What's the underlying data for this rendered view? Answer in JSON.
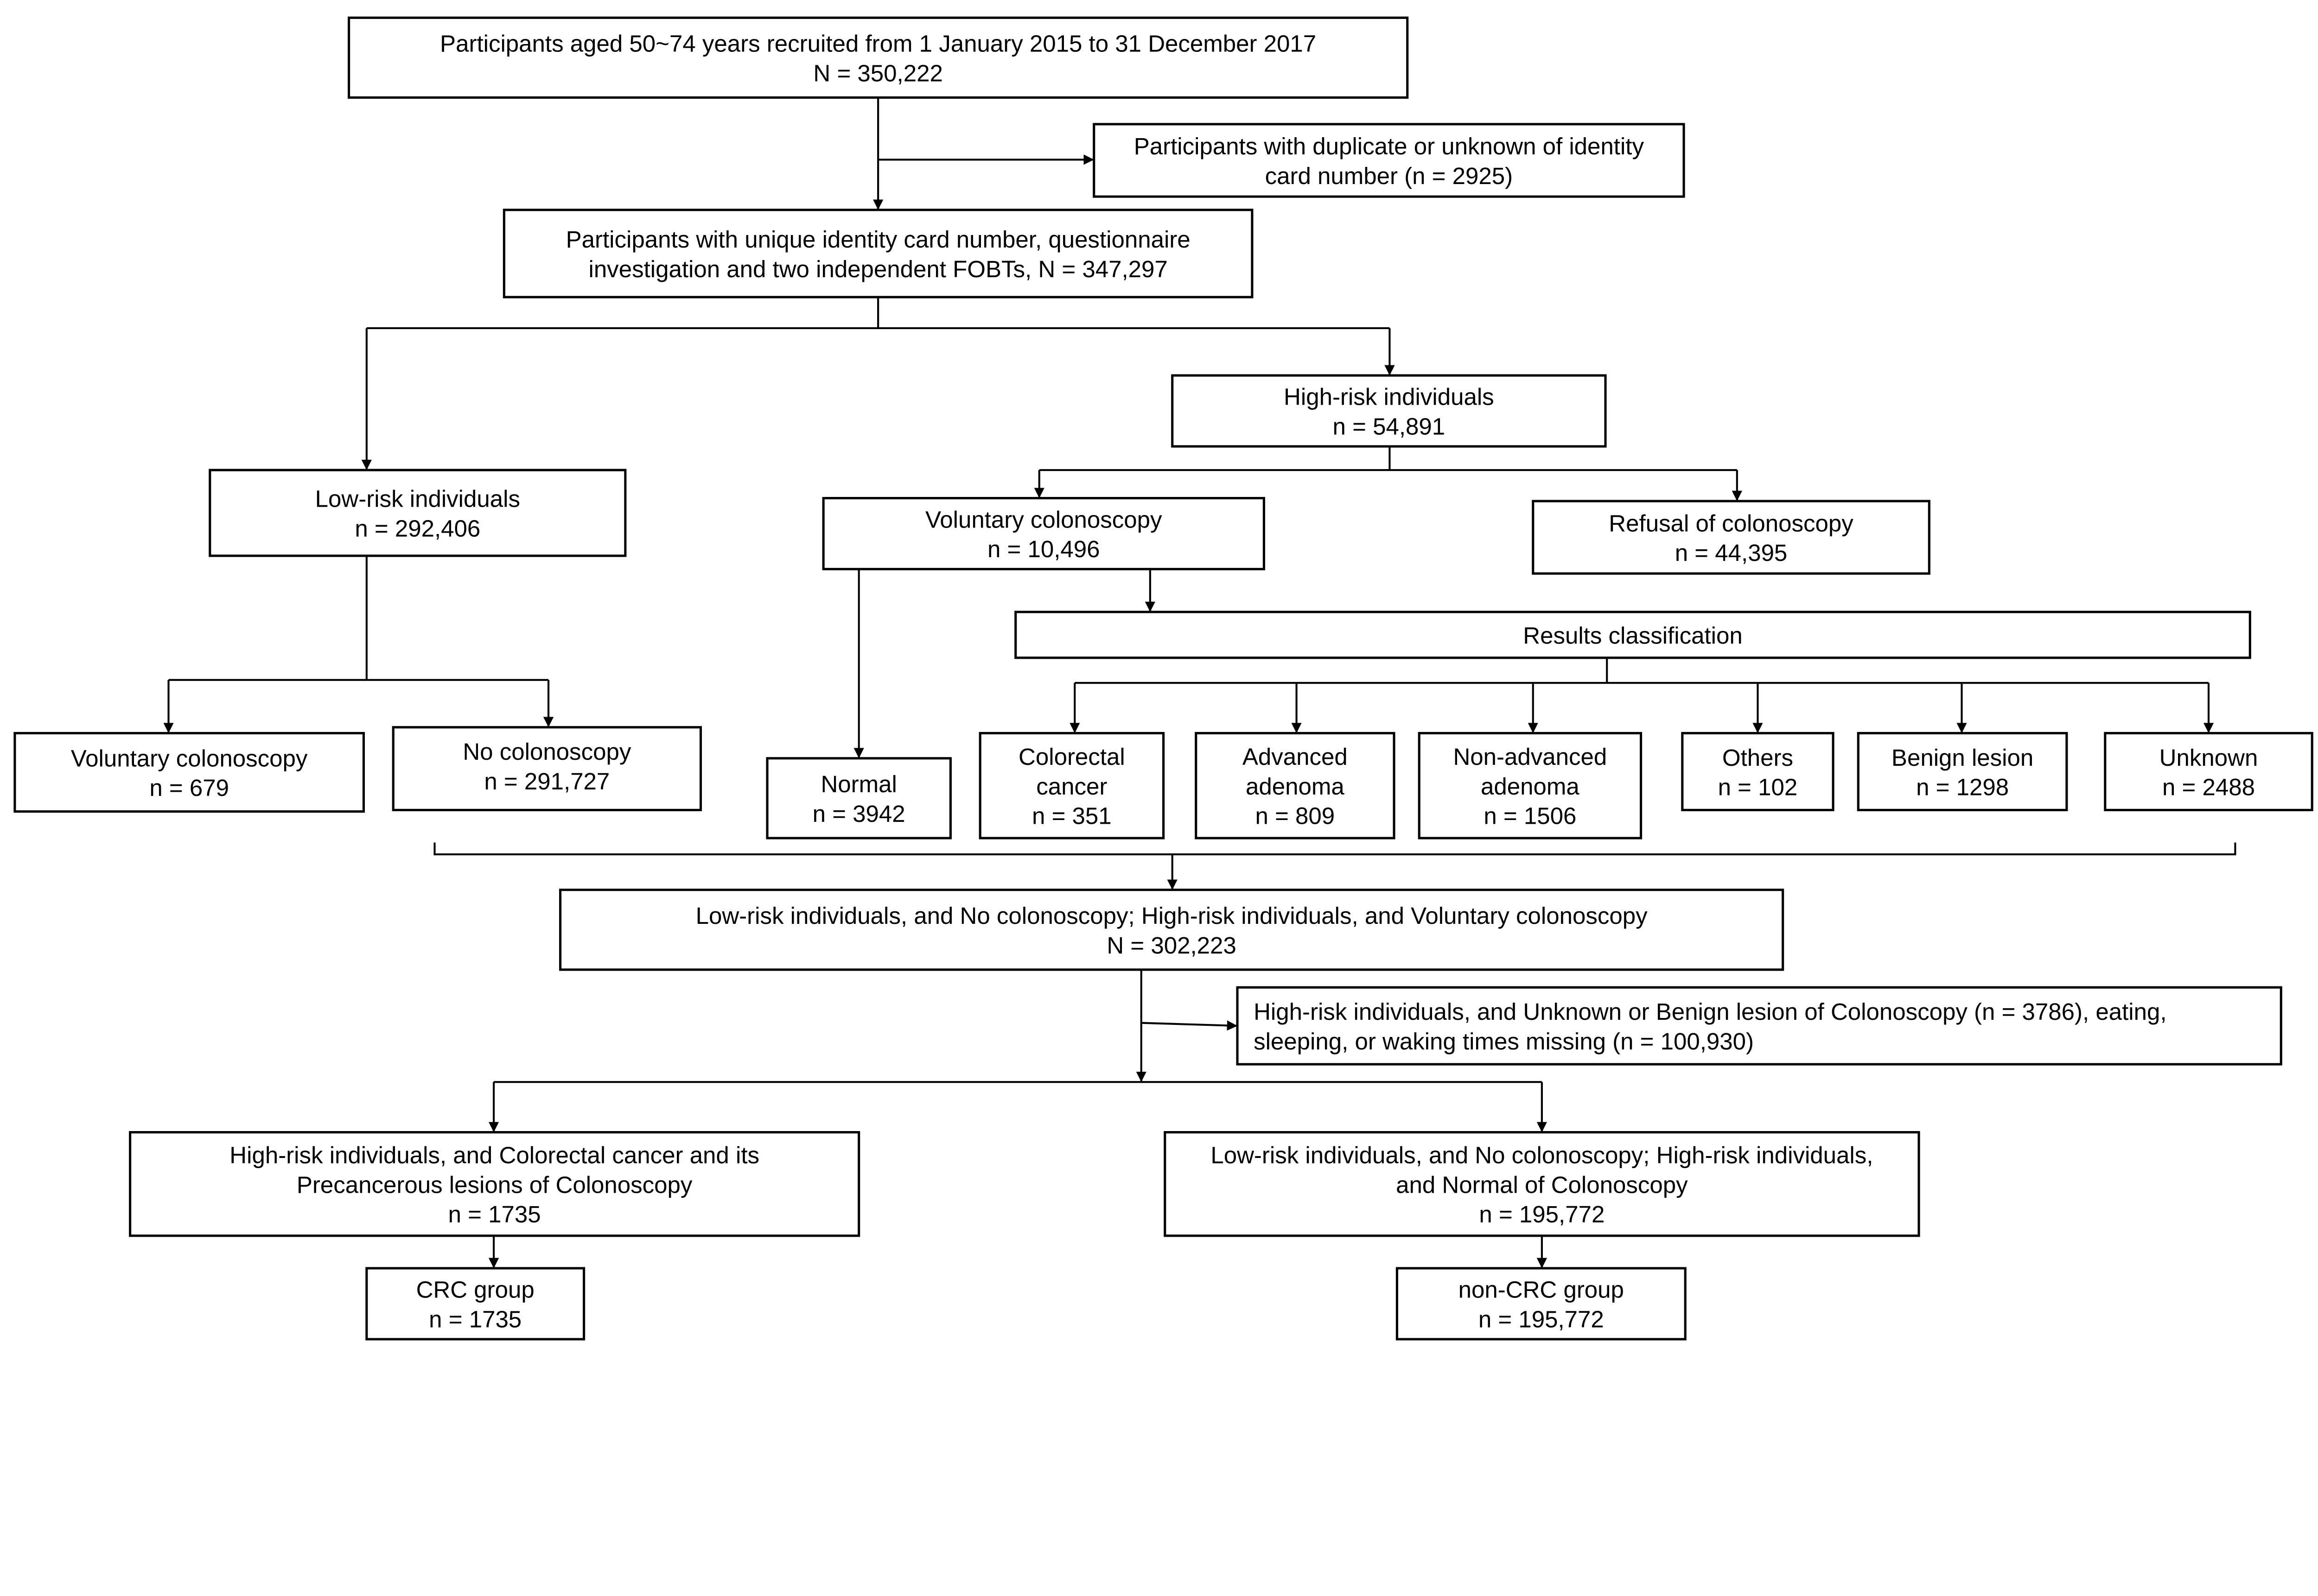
{
  "boxes": {
    "recruited": [
      "Participants aged 50~74 years recruited from 1 January 2015 to 31 December 2017",
      "N = 350,222"
    ],
    "duplicate_excluded": [
      "Participants with duplicate or unknown of identity",
      "card number (n = 2925)"
    ],
    "unique_id": [
      "Participants with unique identity card number, questionnaire",
      "investigation and two independent FOBTs, N = 347,297"
    ],
    "high_risk": [
      "High-risk individuals",
      "n = 54,891"
    ],
    "low_risk": [
      "Low-risk individuals",
      "n = 292,406"
    ],
    "hr_voluntary_colonoscopy": [
      "Voluntary colonoscopy",
      "n = 10,496"
    ],
    "refusal": [
      "Refusal of colonoscopy",
      "n = 44,395"
    ],
    "results_classification": [
      "Results classification"
    ],
    "lr_voluntary_colonoscopy": [
      "Voluntary colonoscopy",
      "n = 679"
    ],
    "no_colonoscopy": [
      "No colonoscopy",
      "n = 291,727"
    ],
    "normal": [
      "Normal",
      "n = 3942"
    ],
    "colorectal_cancer": [
      "Colorectal",
      "cancer",
      "n = 351"
    ],
    "advanced_adenoma": [
      "Advanced",
      "adenoma",
      "n = 809"
    ],
    "non_advanced_adenoma": [
      "Non-advanced",
      "adenoma",
      "n = 1506"
    ],
    "others": [
      "Others",
      "n = 102"
    ],
    "benign_lesion": [
      "Benign lesion",
      "n = 1298"
    ],
    "unknown": [
      "Unknown",
      "n = 2488"
    ],
    "combined": [
      "Low-risk individuals, and No colonoscopy; High-risk individuals, and Voluntary colonoscopy",
      "N = 302,223"
    ],
    "excluded_missing": [
      "High-risk individuals, and Unknown or Benign lesion of Colonoscopy (n = 3786), eating,",
      "sleeping, or waking times missing (n = 100,930)"
    ],
    "hr_crc_precancerous": [
      "High-risk individuals, and Colorectal cancer and its",
      "Precancerous lesions of Colonoscopy",
      "n = 1735"
    ],
    "lr_noncrc": [
      "Low-risk individuals, and No colonoscopy; High-risk individuals,",
      "and Normal of Colonoscopy",
      "n = 195,772"
    ],
    "crc_group": [
      "CRC group",
      "n = 1735"
    ],
    "non_crc_group": [
      "non-CRC group",
      "n = 195,772"
    ]
  }
}
